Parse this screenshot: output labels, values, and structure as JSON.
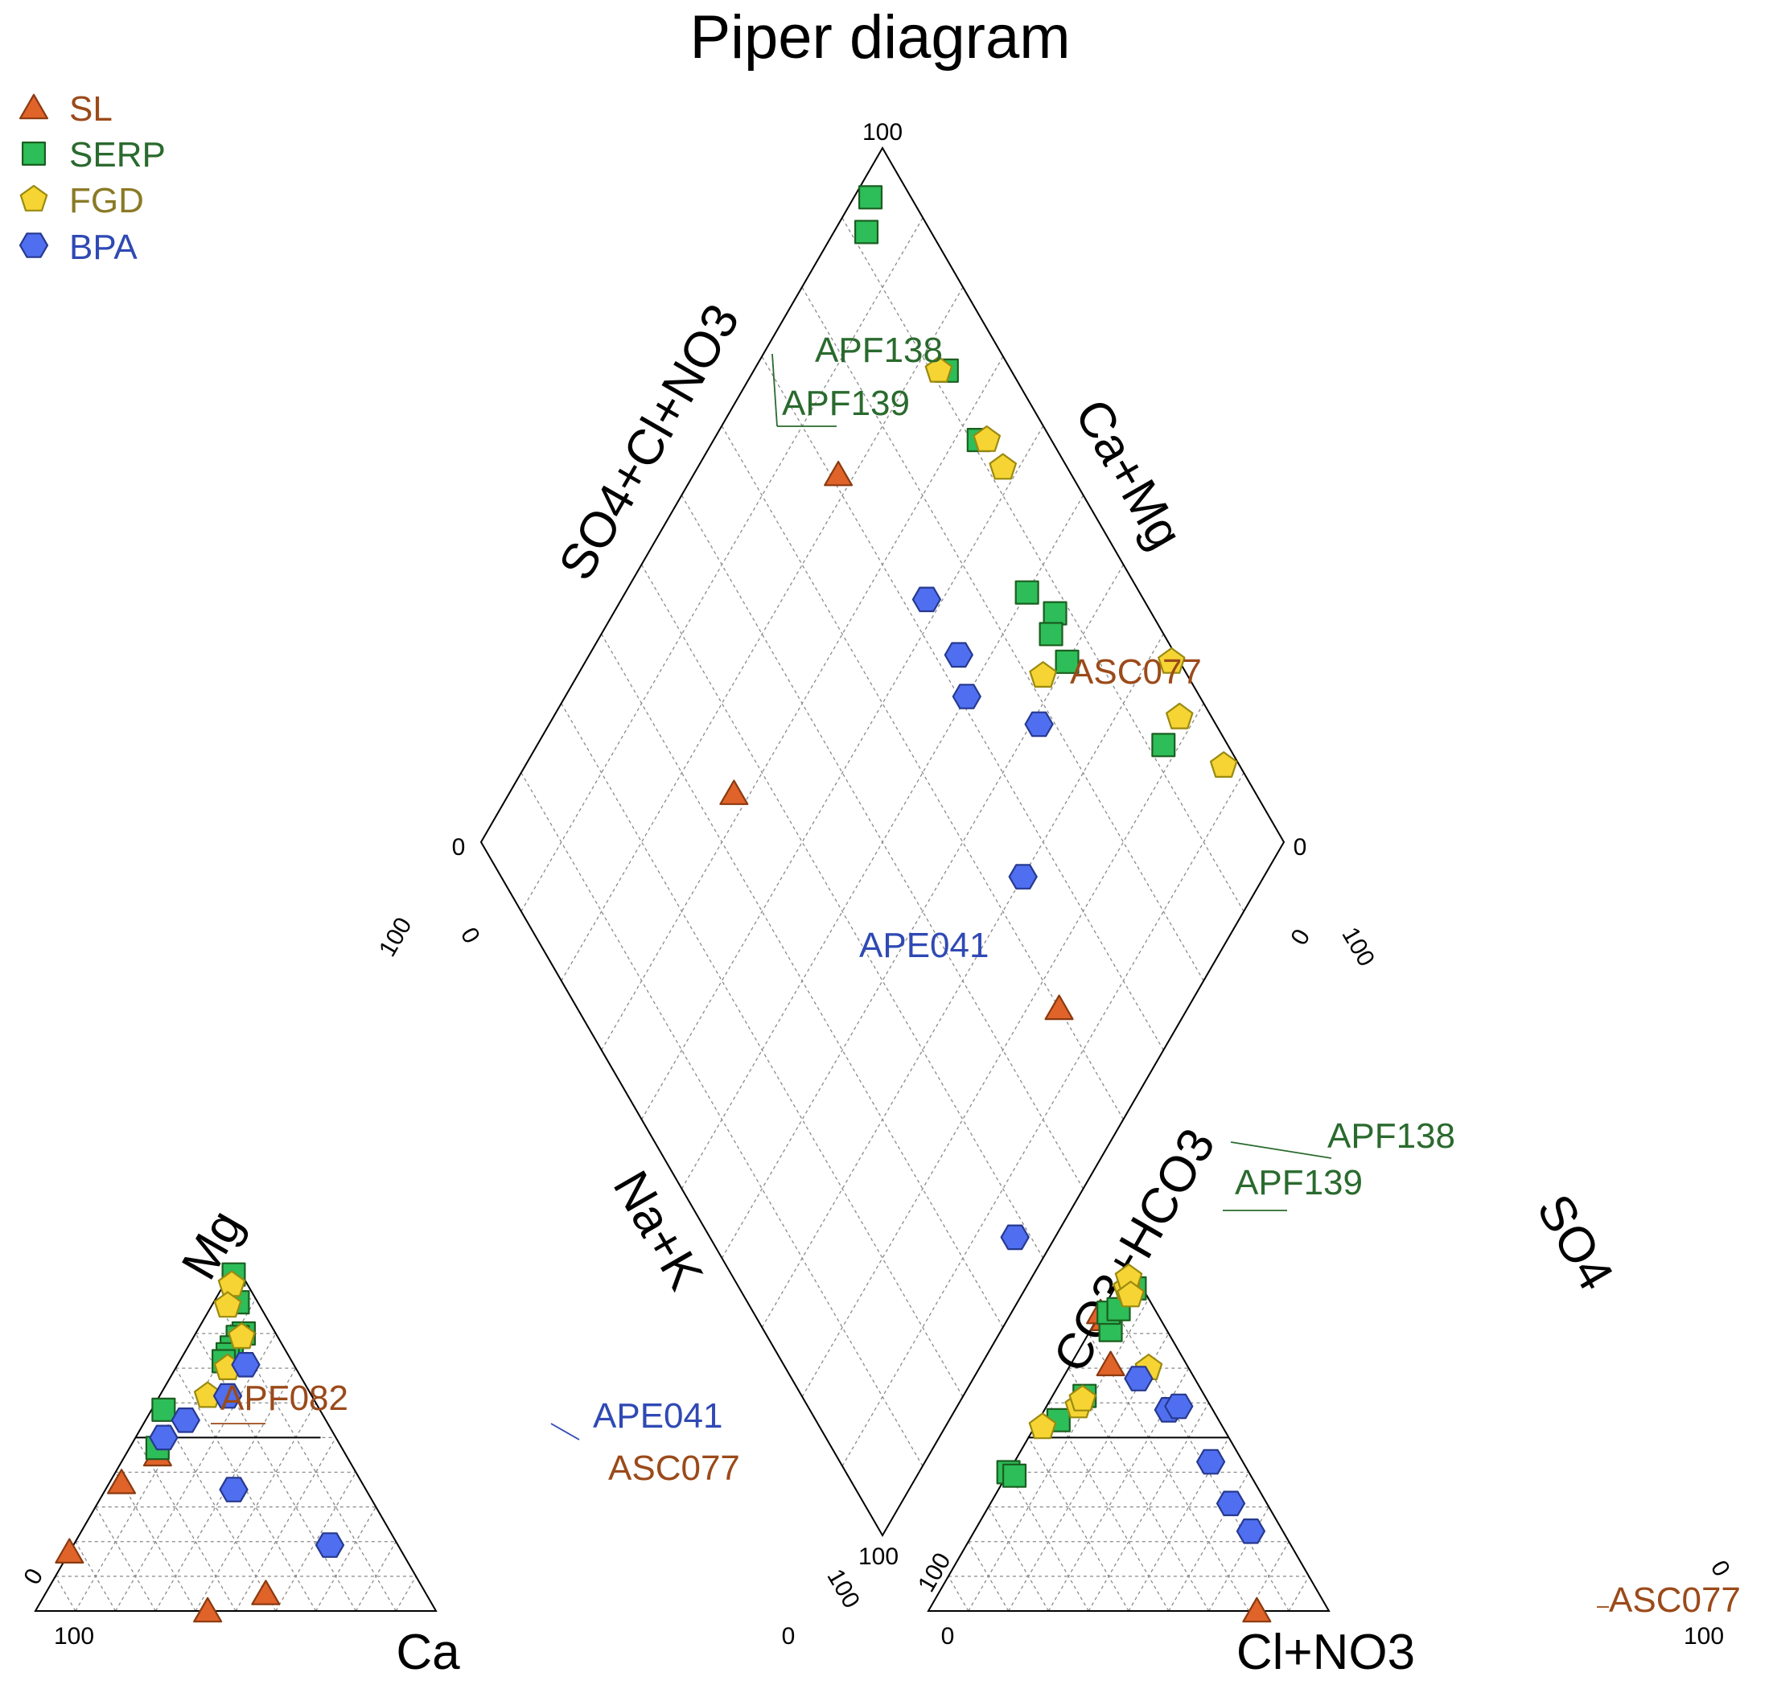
{
  "chart_data": {
    "type": "scatter",
    "subtype": "piper-diagram",
    "title": "Piper diagram",
    "axes": {
      "cation_triangle": {
        "left_axis": "Mg",
        "right_axis": "Na+K",
        "bottom_axis": "Ca"
      },
      "anion_triangle": {
        "left_axis": "CO3+HCO3",
        "right_axis": "SO4",
        "bottom_axis": "Cl+NO3"
      },
      "diamond": {
        "upper_left_axis": "SO4+Cl+NO3",
        "upper_right_axis": "Ca+Mg"
      }
    },
    "tick_labels": {
      "zero": "0",
      "hundred": "100"
    },
    "legend_position": "top-left",
    "colors": {
      "SL": "#e0632a",
      "SERP": "#2dbd59",
      "FGD": "#f6d433",
      "BPA": "#4f6ff0"
    },
    "series": [
      {
        "name": "SL",
        "marker": "triangle",
        "cation": [
          {
            "Ca": 60,
            "Mg": 37,
            "Na": 3
          },
          {
            "Ca": 47,
            "Mg": 45,
            "Na": 8
          },
          {
            "Ca": 83,
            "Mg": 17,
            "Na": 0
          },
          {
            "Ca": 57,
            "Mg": 0,
            "Na": 43
          },
          {
            "Ca": 40,
            "Mg": 5,
            "Na": 55
          }
        ],
        "anion": [
          {
            "HCO3": 14,
            "SO4": 84,
            "Cl": 2
          },
          {
            "HCO3": 14,
            "SO4": 86,
            "Cl": 0
          },
          {
            "HCO3": 19,
            "SO4": 71,
            "Cl": 10
          },
          {
            "HCO3": 18,
            "SO4": 0,
            "Cl": 82
          }
        ],
        "diamond": [
          {
            "SO4ClNO3": 82,
            "CaMg": 71
          },
          {
            "SO4ClNO3": 72,
            "CaMg": 35
          },
          {
            "SO4ClNO3": 16,
            "CaMg": 60
          }
        ],
        "labels": [
          {
            "name": "APF082"
          },
          {
            "name": "ASC077"
          }
        ]
      },
      {
        "name": "SERP",
        "marker": "square",
        "cation": [
          {
            "Ca": 2,
            "Mg": 97,
            "Na": 1
          },
          {
            "Ca": 5,
            "Mg": 89,
            "Na": 6
          },
          {
            "Ca": 8,
            "Mg": 80,
            "Na": 12
          },
          {
            "Ca": 10,
            "Mg": 79,
            "Na": 11
          },
          {
            "Ca": 13,
            "Mg": 76,
            "Na": 11
          },
          {
            "Ca": 15,
            "Mg": 74,
            "Na": 11
          },
          {
            "Ca": 17,
            "Mg": 72,
            "Na": 11
          },
          {
            "Ca": 39,
            "Mg": 58,
            "Na": 3
          },
          {
            "Ca": 46,
            "Mg": 47,
            "Na": 7
          }
        ],
        "anion": [
          {
            "HCO3": 60,
            "SO4": 40,
            "Cl": 0
          },
          {
            "HCO3": 59,
            "SO4": 39,
            "Cl": 2
          },
          {
            "HCO3": 40,
            "SO4": 55,
            "Cl": 5
          },
          {
            "HCO3": 30,
            "SO4": 62,
            "Cl": 8
          },
          {
            "HCO3": 14,
            "SO4": 81,
            "Cl": 5
          },
          {
            "HCO3": 12,
            "SO4": 86,
            "Cl": 2
          },
          {
            "HCO3": 9,
            "SO4": 87,
            "Cl": 4
          },
          {
            "HCO3": 2,
            "SO4": 93,
            "Cl": 5
          }
        ],
        "diamond": [
          {
            "SO4ClNO3": 98,
            "CaMg": 95
          },
          {
            "SO4ClNO3": 96,
            "CaMg": 92
          },
          {
            "SO4ClNO3": 76,
            "CaMg": 92
          },
          {
            "SO4ClNO3": 67,
            "CaMg": 91
          },
          {
            "SO4ClNO3": 50,
            "CaMg": 86
          },
          {
            "SO4ClNO3": 45,
            "CaMg": 88
          },
          {
            "SO4ClNO3": 44,
            "CaMg": 86
          },
          {
            "SO4ClNO3": 40,
            "CaMg": 86
          },
          {
            "SO4ClNO3": 22,
            "CaMg": 92
          }
        ],
        "labels": [
          {
            "name": "APF138"
          },
          {
            "name": "APF139"
          }
        ]
      },
      {
        "name": "FGD",
        "marker": "pentagon",
        "cation": [
          {
            "Ca": 4,
            "Mg": 94,
            "Na": 2
          },
          {
            "Ca": 8,
            "Mg": 88,
            "Na": 4
          },
          {
            "Ca": 9,
            "Mg": 79,
            "Na": 12
          },
          {
            "Ca": 17,
            "Mg": 70,
            "Na": 13
          },
          {
            "Ca": 26,
            "Mg": 62,
            "Na": 12
          }
        ],
        "anion": [
          {
            "HCO3": 45,
            "SO4": 53,
            "Cl": 2
          },
          {
            "HCO3": 33,
            "SO4": 59,
            "Cl": 8
          },
          {
            "HCO3": 31,
            "SO4": 61,
            "Cl": 8
          },
          {
            "HCO3": 10,
            "SO4": 70,
            "Cl": 20
          },
          {
            "HCO3": 4,
            "SO4": 93,
            "Cl": 3
          },
          {
            "HCO3": 2,
            "SO4": 96,
            "Cl": 2
          },
          {
            "HCO3": 4,
            "SO4": 91,
            "Cl": 5
          }
        ],
        "diamond": [
          {
            "SO4ClNO3": 77,
            "CaMg": 91
          },
          {
            "SO4ClNO3": 66,
            "CaMg": 92
          },
          {
            "SO4ClNO3": 62,
            "CaMg": 92
          },
          {
            "SO4ClNO3": 42,
            "CaMg": 82
          },
          {
            "SO4ClNO3": 27,
            "CaMg": 99
          },
          {
            "SO4ClNO3": 22,
            "CaMg": 96
          },
          {
            "SO4ClNO3": 13,
            "CaMg": 98
          }
        ]
      },
      {
        "name": "BPA",
        "marker": "hexagon",
        "cation": [
          {
            "Ca": 12,
            "Mg": 71,
            "Na": 17
          },
          {
            "Ca": 21,
            "Mg": 62,
            "Na": 17
          },
          {
            "Ca": 35,
            "Mg": 55,
            "Na": 10
          },
          {
            "Ca": 43,
            "Mg": 50,
            "Na": 7
          },
          {
            "Ca": 33,
            "Mg": 35,
            "Na": 32
          },
          {
            "Ca": 17,
            "Mg": 19,
            "Na": 64
          }
        ],
        "anion": [
          {
            "HCO3": 14,
            "SO4": 67,
            "Cl": 19
          },
          {
            "HCO3": 11,
            "SO4": 58,
            "Cl": 31
          },
          {
            "HCO3": 8,
            "SO4": 59,
            "Cl": 33
          },
          {
            "HCO3": 8,
            "SO4": 43,
            "Cl": 49
          },
          {
            "HCO3": 9,
            "SO4": 31,
            "Cl": 60
          },
          {
            "HCO3": 8,
            "SO4": 23,
            "Cl": 69
          }
        ],
        "diamond": [
          {
            "SO4ClNO3": 62,
            "CaMg": 73
          },
          {
            "SO4ClNO3": 54,
            "CaMg": 73
          },
          {
            "SO4ClNO3": 50,
            "CaMg": 71
          },
          {
            "SO4ClNO3": 39,
            "CaMg": 78
          },
          {
            "SO4ClNO3": 30,
            "CaMg": 65
          },
          {
            "SO4ClNO3": 5,
            "CaMg": 38
          }
        ],
        "labels": [
          {
            "name": "APE041"
          }
        ]
      }
    ]
  },
  "annotations": [
    {
      "text": "APF138",
      "series": "SERP",
      "panel": "diamond"
    },
    {
      "text": "APF139",
      "series": "SERP",
      "panel": "diamond"
    },
    {
      "text": "ASC077",
      "series": "SL",
      "panel": "diamond"
    },
    {
      "text": "APE041",
      "series": "BPA",
      "panel": "diamond"
    },
    {
      "text": "APF082",
      "series": "SL",
      "panel": "cation"
    },
    {
      "text": "APE041",
      "series": "BPA",
      "panel": "cation"
    },
    {
      "text": "ASC077",
      "series": "SL",
      "panel": "cation"
    },
    {
      "text": "APF138",
      "series": "SERP",
      "panel": "anion"
    },
    {
      "text": "APF139",
      "series": "SERP",
      "panel": "anion"
    },
    {
      "text": "ASC077",
      "series": "SL",
      "panel": "anion"
    }
  ]
}
